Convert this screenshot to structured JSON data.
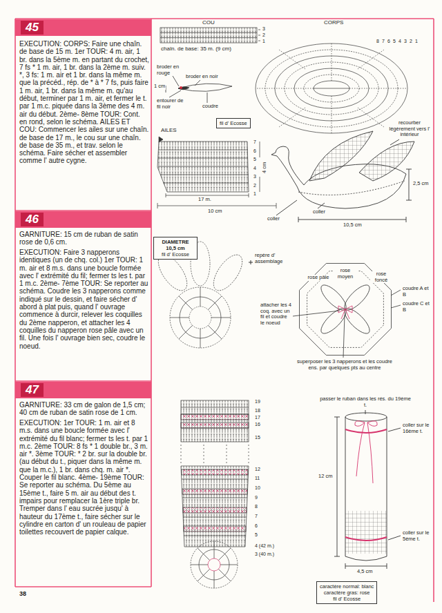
{
  "diagram": {
    "nodes": [
      {
        "text": [
          "45"
        ]
      },
      {
        "text": [
          "fil d' Ecosse"
        ]
      },
      {
        "text": [
          "46"
        ]
      },
      {
        "text": [
          "DIAMETRE 10,5 cm",
          "fil d' Ecosse"
        ]
      },
      {
        "text": [
          "47"
        ]
      },
      {
        "text": [
          "caractère normal: blanc",
          "caractère gras: rose",
          "fil d' Ecosse"
        ]
      }
    ],
    "labels": [
      "EXECUTION: CORPS: Faire une chaîn. de base de 15 m. 1er TOUR: 4 m. air, 1 br. dans la 5ème m. en partant du crochet, 7 fs * 1 m. air, 1 br. dans la 2ème m. suiv. *, 3 fs: 1 m. air et 1 br. dans la même m. que la précéd., rép. de * à * 7 fs, puis faire 1 m. air, 1 br. dans la même m. qu'au début, terminer par 1 m. air, et fermer le t. par 1 m.c. piquée dans la 3ème des 4 m. air du début. 2ème- 8ème TOUR: Cont. en rond, selon le schéma. AILES ET COU: Commencer les ailes sur une chaîn. de base de 17 m., le cou sur une chaîn. de base de 35 m., et trav. selon le schéma. Faire sécher et assembler comme l' autre cygne.",
      "COU",
      "CORPS",
      "3",
      "2",
      "1",
      "chaîn. de base: 35 m. (9 cm)",
      "broder en rouge",
      "broder en noir",
      "1 cm",
      "coudre",
      "entourer de fil noir",
      "AILES",
      "7",
      "6",
      "5",
      "4",
      "3",
      "2",
      "1",
      "17 m.",
      "4 cm",
      "10 cm",
      "recourber légèrement vers l' intérieur",
      "2,5 cm",
      "coller",
      "coller",
      "10,5 cm",
      "1",
      "2",
      "3",
      "4",
      "5",
      "6",
      "7",
      "8",
      "GARNITURE: 15 cm de ruban de satin rose de 0,6 cm.",
      "EXECUTION: Faire 3 napperons identiques (un de chq. col.) 1er TOUR: 1 m. air et 8 m.s. dans une boucle formée avec l' extrémité du fil; fermer ts les t. par 1 m.c. 2ème- 7ème TOUR: Se reporter au schéma. Coudre les 3 napperons comme indiqué sur le dessin, et faire sécher d' abord à plat puis, quand l' ouvrage commence à durcir, relever les coquilles du 2ème napperon, et attacher les 4 coquilles du napperon rose pâle avec un fil. Une fois l' ouvrage bien sec, coudre le noeud.",
      "repère d' assemblage",
      "rose pâle",
      "rose moyen",
      "rose foncé",
      "coudre A et B",
      "coudre C et B",
      "attacher les 4 coq. avec un fil et coudre le noeud",
      "superposer les 3 napperons et les coudre ens. par quelques pts au centre",
      "GARNITURE: 33 cm de galon de 1,5 cm; 40 cm de ruban de satin rose de 1 cm.",
      "EXECUTION: 1er TOUR: 1 m. air et 8 m.s. dans une boucle formée avec l' extrémité du fil blanc; fermer ts les t. par 1 m.c. 2ème TOUR: 8 fs * 1 double br., 3 m. air *. 3ème TOUR: * 2 br. sur la double br. (au début du t., piquer dans la même m. que la m.c.), 1 br. dans chq. m. air *. Couper le fil blanc. 4ème- 19ème TOUR: Se reporter au schéma. Du 5ème au 15ème t., faire 5 m. air au début des t. impairs pour remplacer la 1ère triple br. Tremper dans l' eau sucrée jusqu' à hauteur du 17ème t., faire sécher sur le cylindre en carton d' un rouleau de papier toilettes recouvert de papier calque.",
      "19",
      "18",
      "17",
      "16",
      "15",
      "12",
      "11",
      "10",
      "9",
      "8",
      "7",
      "6",
      "5",
      "4 (42 m.)",
      "3 (40 m.)",
      "passer le ruban dans les rés. du 19ème t.",
      "coller sur le 16ème t.",
      "12 cm",
      "coller sur le 5ème t.",
      "4,5 cm",
      "38"
    ]
  }
}
